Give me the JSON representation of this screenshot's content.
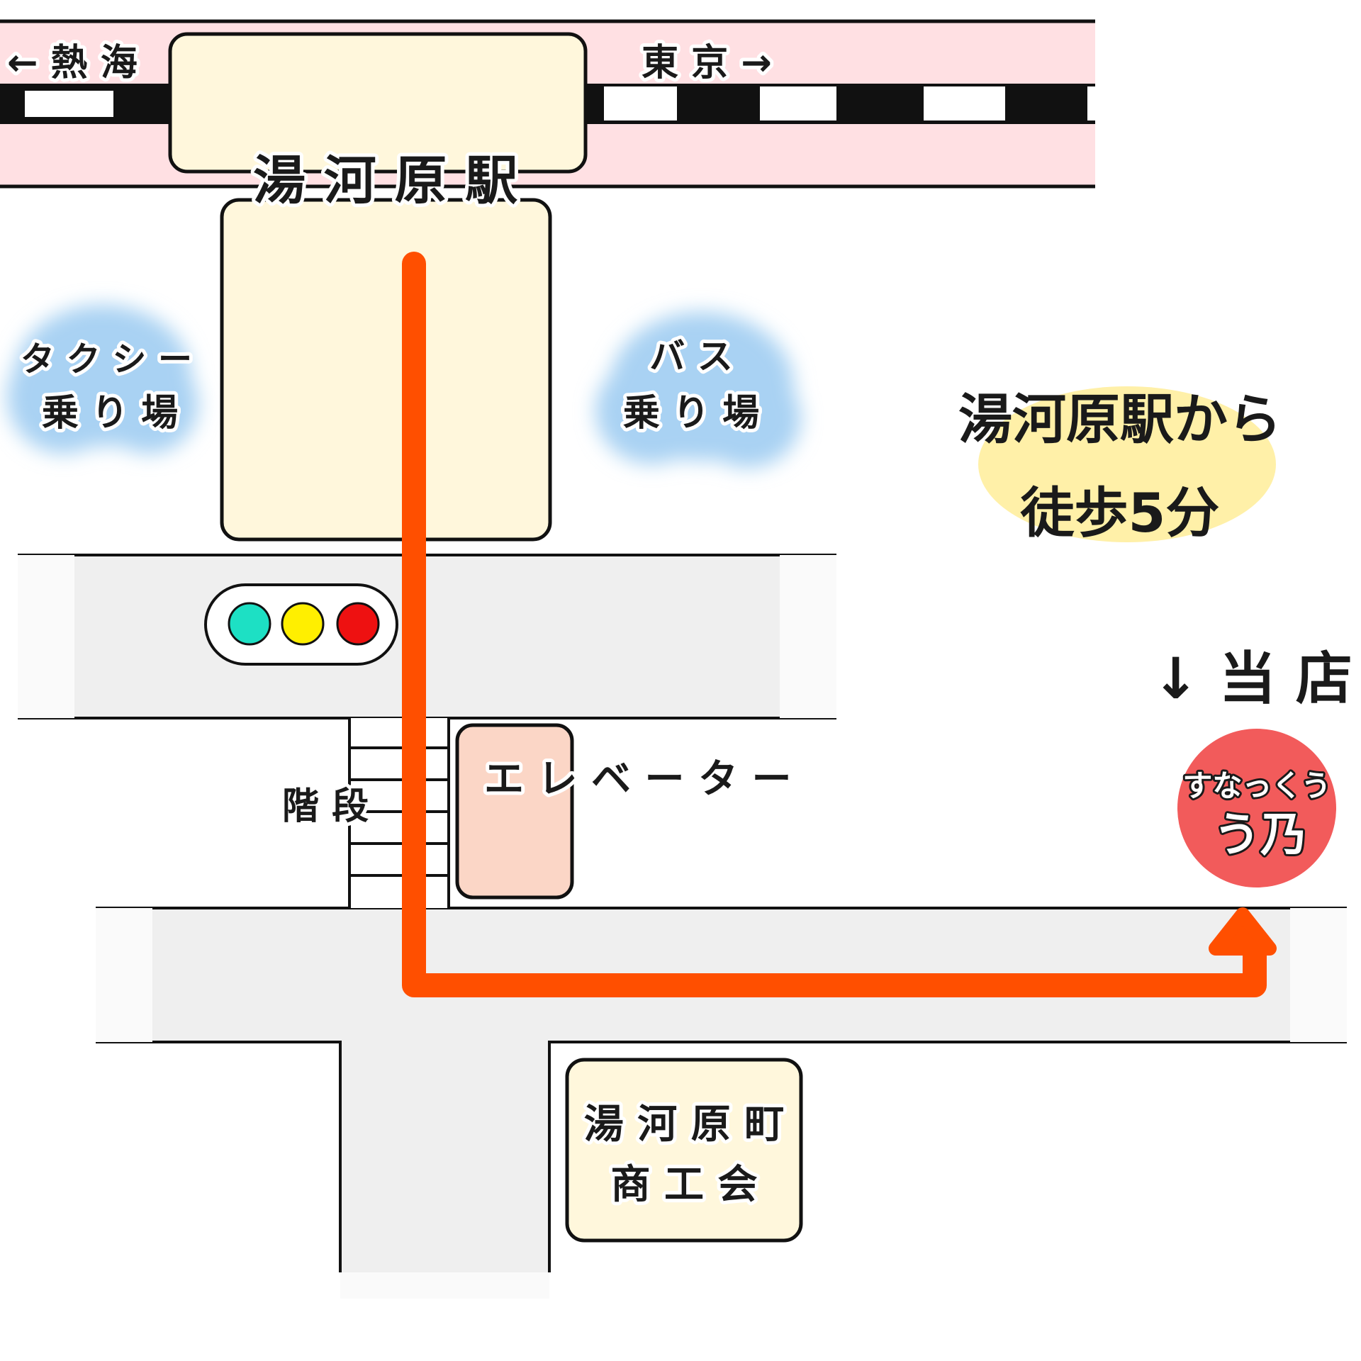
{
  "rail": {
    "left_direction": "← 熱 海",
    "right_direction": "東 京 →",
    "colors": {
      "band": "#ffe0e3",
      "track": "#111111"
    }
  },
  "station": {
    "name": "湯 河 原 駅",
    "color": "#fff7dc"
  },
  "taxi": {
    "line1": "タ ク シ ー",
    "line2": "乗 り 場"
  },
  "bus": {
    "line1": "バ ス",
    "line2": "乗 り 場"
  },
  "info": {
    "line1": "湯河原駅から",
    "line2": "徒歩5分"
  },
  "shop_label": "↓ 当 店",
  "shop_badge": {
    "line1": "すなっくう",
    "line2": "う乃",
    "color": "#f25b5b"
  },
  "stairs_label": "階 段",
  "elevator_label": "エ レ ベ ー タ ー",
  "chamber": {
    "line1": "湯 河 原 町",
    "line2": "商 工 会"
  },
  "traffic_light": {
    "colors": [
      "#1de0c4",
      "#ffef00",
      "#ee1111"
    ]
  },
  "route": {
    "color": "#ff4f00"
  }
}
